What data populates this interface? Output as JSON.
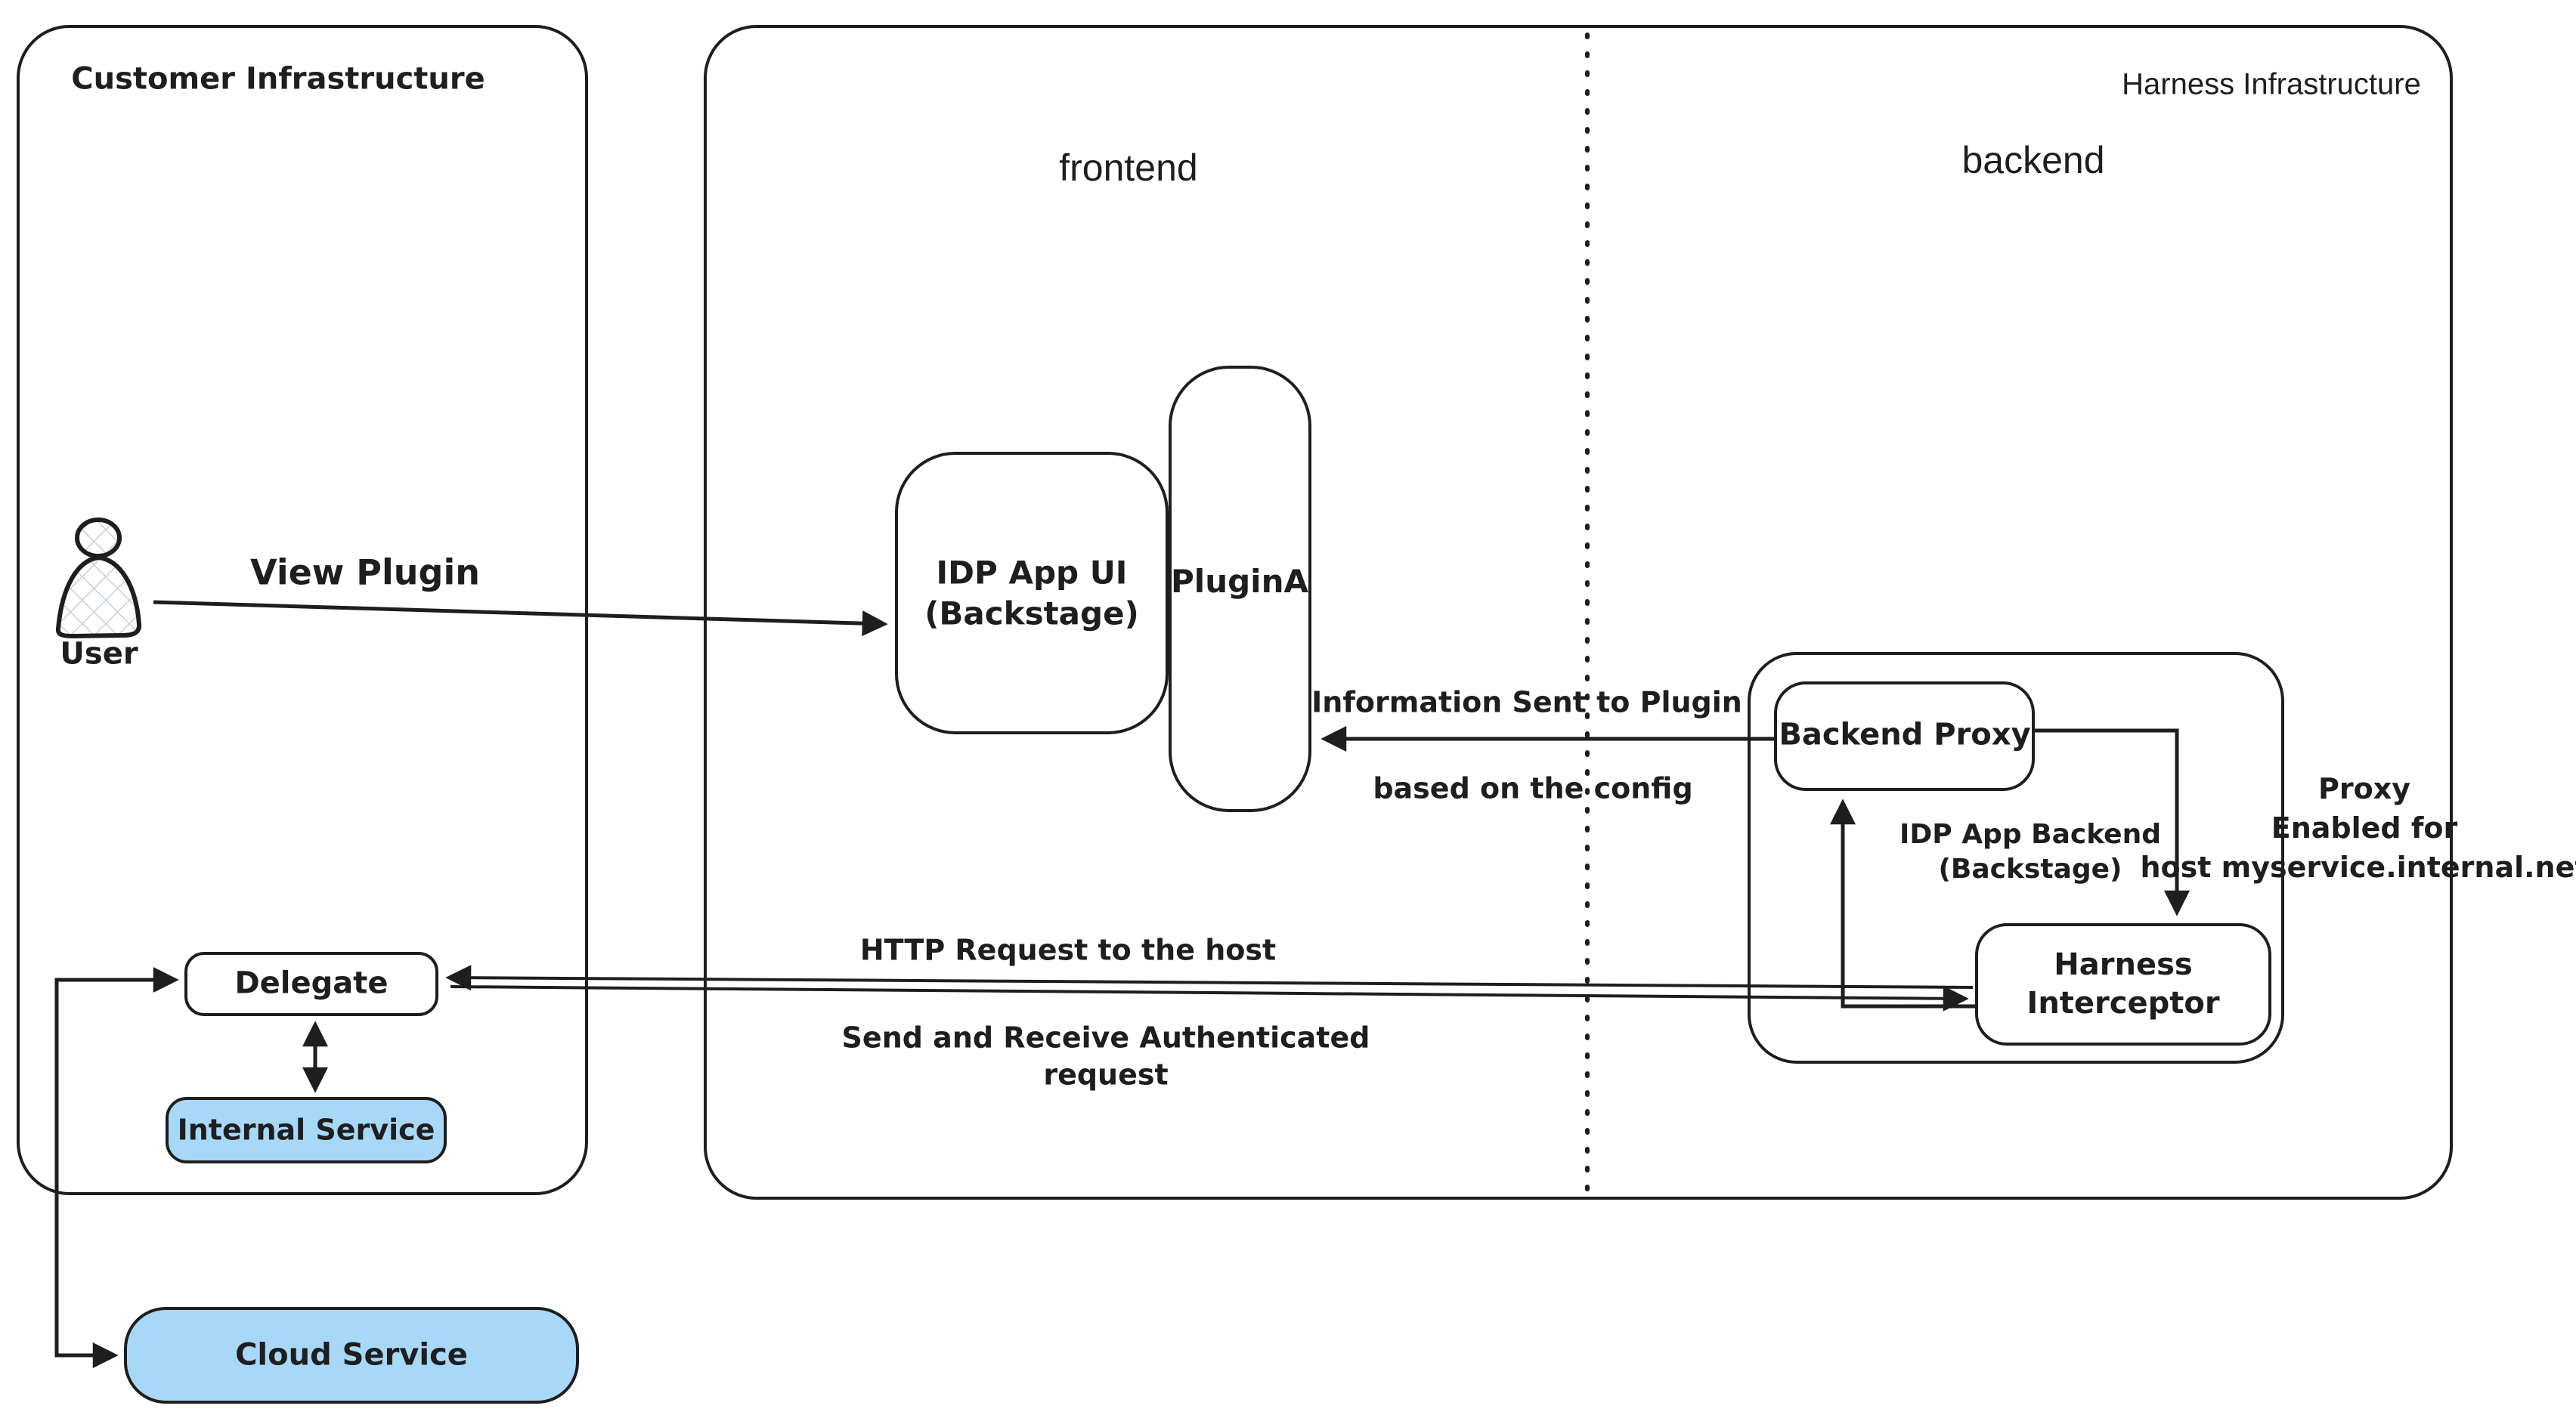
{
  "diagram": {
    "containers": {
      "customer": {
        "title": "Customer Infrastructure"
      },
      "harness": {
        "title": "Harness Infrastructure",
        "frontend_label": "frontend",
        "backend_label": "backend"
      },
      "idp_backend": {
        "label_line1": "IDP App Backend",
        "label_line2": "(Backstage)"
      }
    },
    "nodes": {
      "user": {
        "label": "User",
        "icon": "user-person-icon"
      },
      "idp_ui": {
        "label_line1": "IDP App UI",
        "label_line2": "(Backstage)"
      },
      "plugin_a": {
        "label": "PluginA"
      },
      "backend_proxy": {
        "label": "Backend Proxy"
      },
      "harness_interceptor": {
        "label_line1": "Harness",
        "label_line2": "Interceptor"
      },
      "delegate": {
        "label": "Delegate"
      },
      "internal_service": {
        "label": "Internal Service"
      },
      "cloud_service": {
        "label": "Cloud Service"
      }
    },
    "annotations": {
      "view_plugin": "View Plugin",
      "info_line1": "Information Sent to Plugin",
      "info_line2": "based on the config",
      "http_line1": "HTTP Request to the host",
      "http_line2": "Send and Receive Authenticated",
      "http_line3": "request",
      "proxy_line1": "Proxy",
      "proxy_line2": "Enabled for",
      "proxy_line3": "host myservice.internal.net"
    },
    "colors": {
      "stroke": "#1e1e1e",
      "service_fill": "#a7d8f7",
      "hatch_fill": "#c6d0da",
      "background": "#ffffff"
    }
  }
}
